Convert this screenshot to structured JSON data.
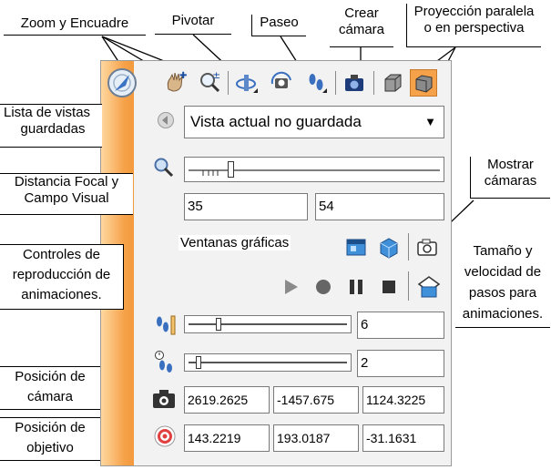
{
  "callouts": {
    "zoom": "Zoom y Encuadre",
    "pivotar": "Pivotar",
    "paseo": "Paseo",
    "crear_l1": "Crear",
    "crear_l2": "cámara",
    "proy_l1": "Proyección paralela",
    "proy_l2": "o en perspectiva",
    "lista_l1": "Lista de vistas",
    "lista_l2": "guardadas",
    "dist_l1": "Distancia Focal y",
    "dist_l2": "Campo Visual",
    "mostrar_l1": "Mostrar",
    "mostrar_l2": "cámaras",
    "controles_l1": "Controles de",
    "controles_l2": "reproducción de",
    "controles_l3": "animaciones.",
    "tam_l1": "Tamaño y",
    "tam_l2": "velocidad de",
    "tam_l3": "pasos para",
    "tam_l4": "animaciones.",
    "poscam_l1": "Posición de",
    "poscam_l2": "cámara",
    "posobj_l1": "Posición de",
    "posobj_l2": "objetivo"
  },
  "panel": {
    "view_select_value": "Vista actual no guardada",
    "focal_length": "35",
    "field_of_view": "54",
    "viewports_label": "Ventanas gráficas",
    "step_size": "6",
    "step_speed": "2",
    "camera_position": [
      "2619.2625",
      "-1457.675",
      "1124.3225"
    ],
    "target_position": [
      "143.2219",
      "193.0187",
      "-31.1631"
    ],
    "focal_slider_fraction": 0.16,
    "step_size_slider_fraction": 0.18,
    "step_speed_slider_fraction": 0.05
  },
  "colors": {
    "stripe": "#f39a3c",
    "accent_active": "#f6a24a"
  }
}
